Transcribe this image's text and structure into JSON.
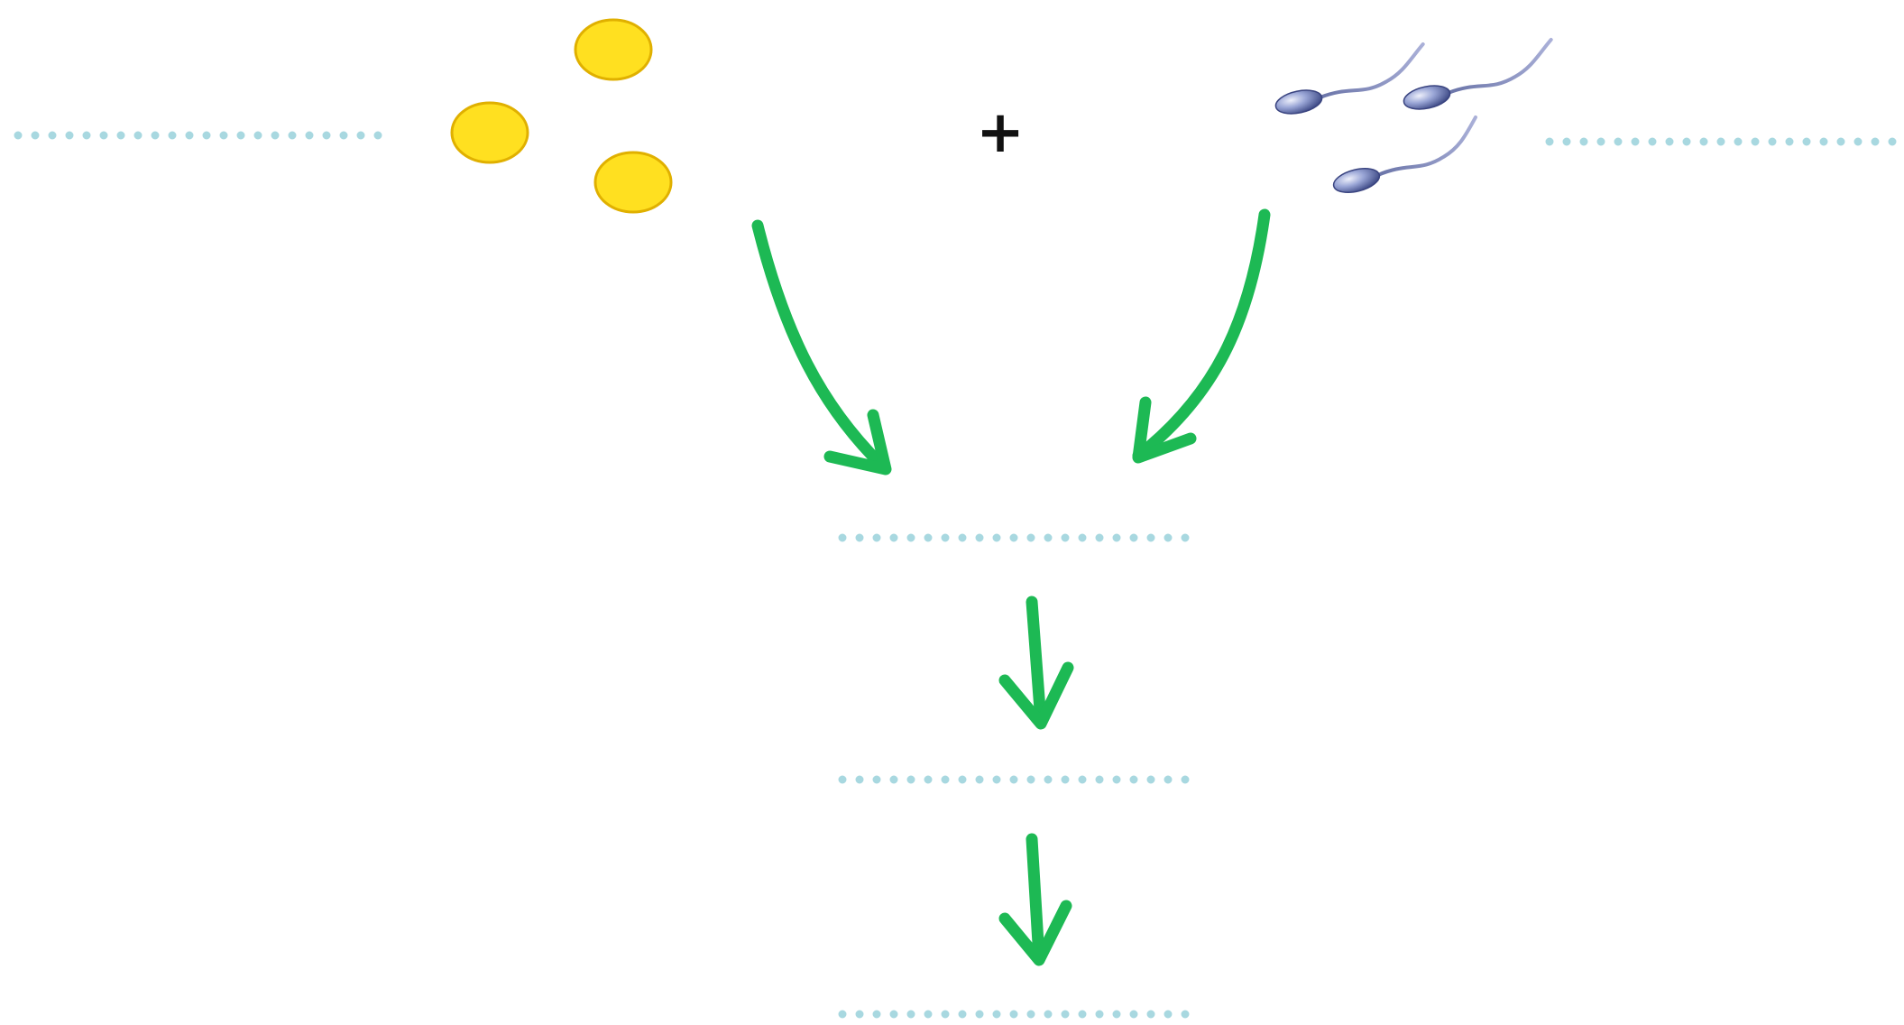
{
  "diagram": {
    "operator": "+",
    "colors": {
      "blank_line": "#a8d8e0",
      "egg_fill": "#ffe020",
      "egg_stroke": "#e0b000",
      "sperm_head": "#5a6aa8",
      "sperm_highlight": "#d8dcf0",
      "arrow": "#1db954",
      "operator": "#111111"
    },
    "elements": {
      "blank_lines": 5,
      "egg_cells": 3,
      "sperm_cells": 3,
      "arrows": 4
    }
  }
}
